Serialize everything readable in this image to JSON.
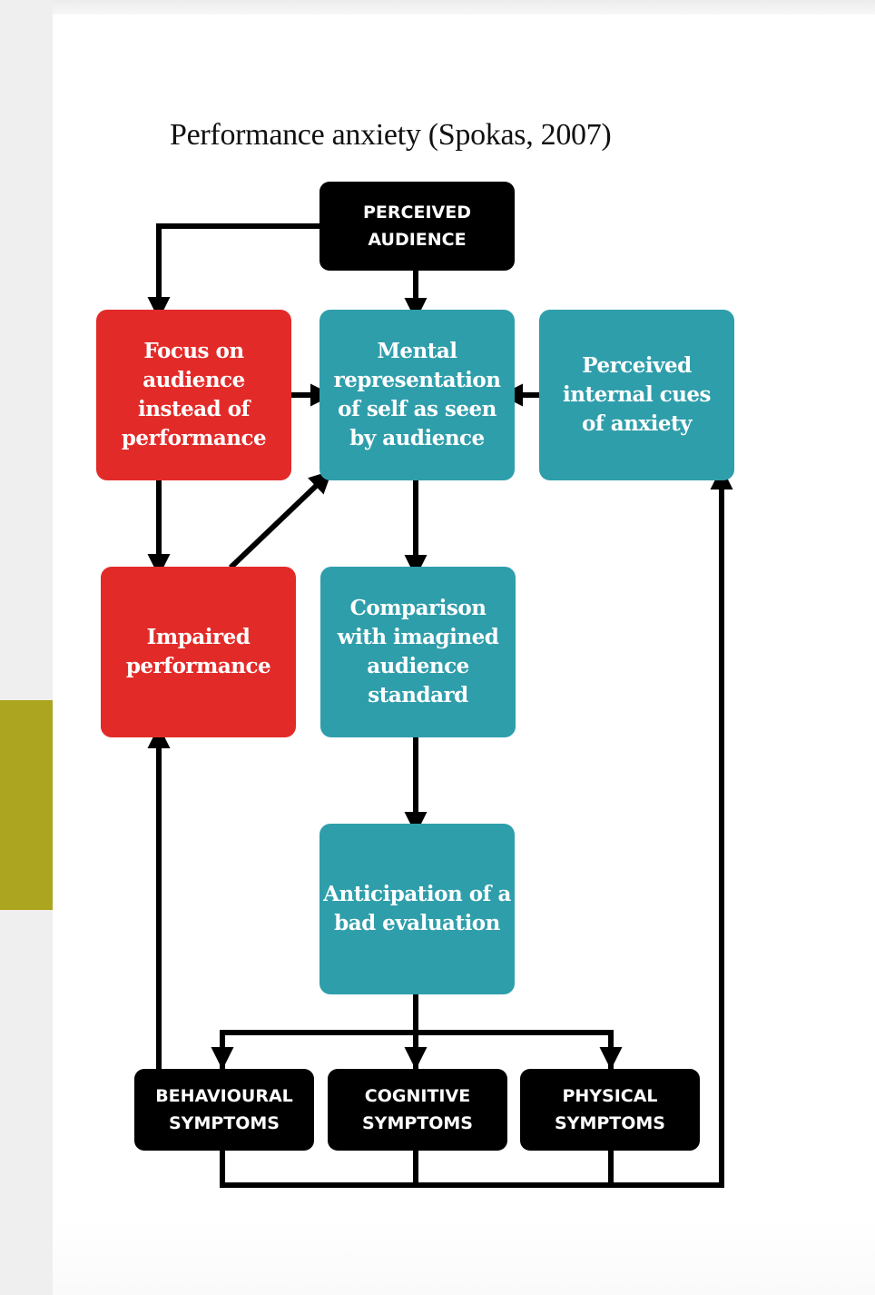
{
  "title": "Performance anxiety (Spokas, 2007)",
  "colors": {
    "black_node": "#000000",
    "red_node": "#e22b29",
    "teal_node": "#2f9eab",
    "accent_bar": "#aca520",
    "connector": "#000000"
  },
  "nodes": {
    "perceived_audience": {
      "lines": [
        "PERCEIVED",
        "AUDIENCE"
      ]
    },
    "focus_on_audience": {
      "lines": [
        "Focus on",
        "audience",
        "instead of",
        "performance"
      ]
    },
    "mental_representation": {
      "lines": [
        "Mental",
        "representation",
        "of self as seen",
        "by audience"
      ]
    },
    "internal_cues": {
      "lines": [
        "Perceived",
        "internal cues",
        "of anxiety"
      ]
    },
    "impaired_performance": {
      "lines": [
        "Impaired",
        "performance"
      ]
    },
    "comparison": {
      "lines": [
        "Comparison",
        "with imagined",
        "audience",
        "standard"
      ]
    },
    "anticipation": {
      "lines": [
        "Anticipation of a",
        "bad evaluation"
      ]
    },
    "behavioural_symptoms": {
      "lines": [
        "BEHAVIOURAL",
        "SYMPTOMS"
      ]
    },
    "cognitive_symptoms": {
      "lines": [
        "COGNITIVE",
        "SYMPTOMS"
      ]
    },
    "physical_symptoms": {
      "lines": [
        "PHYSICAL",
        "SYMPTOMS"
      ]
    }
  },
  "edges": [
    {
      "from": "perceived_audience",
      "to": "focus_on_audience"
    },
    {
      "from": "perceived_audience",
      "to": "mental_representation"
    },
    {
      "from": "focus_on_audience",
      "to": "mental_representation"
    },
    {
      "from": "internal_cues",
      "to": "mental_representation"
    },
    {
      "from": "focus_on_audience",
      "to": "impaired_performance"
    },
    {
      "from": "impaired_performance",
      "to": "mental_representation"
    },
    {
      "from": "mental_representation",
      "to": "comparison"
    },
    {
      "from": "comparison",
      "to": "anticipation"
    },
    {
      "from": "anticipation",
      "to": "behavioural_symptoms"
    },
    {
      "from": "anticipation",
      "to": "cognitive_symptoms"
    },
    {
      "from": "anticipation",
      "to": "physical_symptoms"
    },
    {
      "from": "behavioural_symptoms",
      "to": "impaired_performance"
    },
    {
      "from": "symptoms_combined",
      "to": "internal_cues"
    }
  ]
}
